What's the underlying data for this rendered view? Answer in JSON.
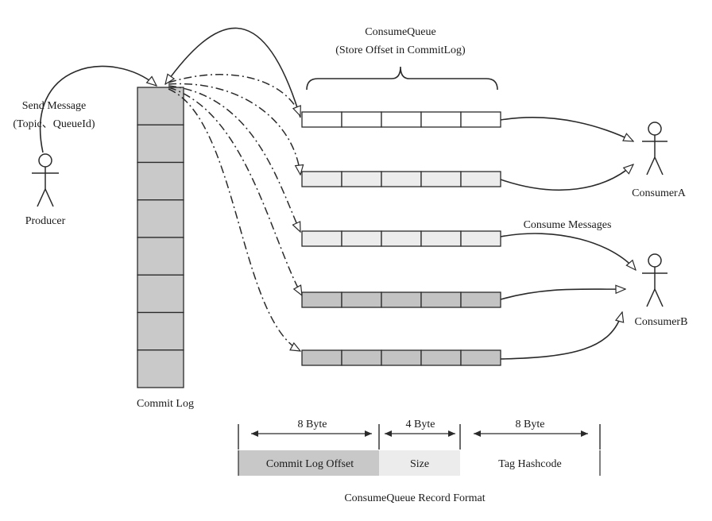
{
  "title": {
    "line1": "ConsumeQueue",
    "line2": "(Store Offset in CommitLog)"
  },
  "producer": {
    "send_line1": "Send Message",
    "send_line2": "(Topic、QueueId)",
    "label": "Producer"
  },
  "commit_log": {
    "label": "Commit Log",
    "cell_count": 8,
    "fill": "#c9c9c9"
  },
  "queues": [
    {
      "fill": "#ffffff",
      "cells": 5
    },
    {
      "fill": "#ececec",
      "cells": 5
    },
    {
      "fill": "#ececec",
      "cells": 5
    },
    {
      "fill": "#c3c3c3",
      "cells": 5
    },
    {
      "fill": "#c3c3c3",
      "cells": 5
    }
  ],
  "consumers": [
    {
      "label": "ConsumerA",
      "icon": "actor-icon"
    },
    {
      "label": "ConsumerB",
      "icon": "actor-icon"
    }
  ],
  "consume_label": "Consume Messages",
  "record_format": {
    "title": "ConsumeQueue Record Format",
    "fields": [
      {
        "size": "8 Byte",
        "name": "Commit Log Offset",
        "fill": "#c8c8c8"
      },
      {
        "size": "4 Byte",
        "name": "Size",
        "fill": "#ececec"
      },
      {
        "size": "8 Byte",
        "name": "Tag Hashcode",
        "fill": "#ffffff"
      }
    ]
  }
}
